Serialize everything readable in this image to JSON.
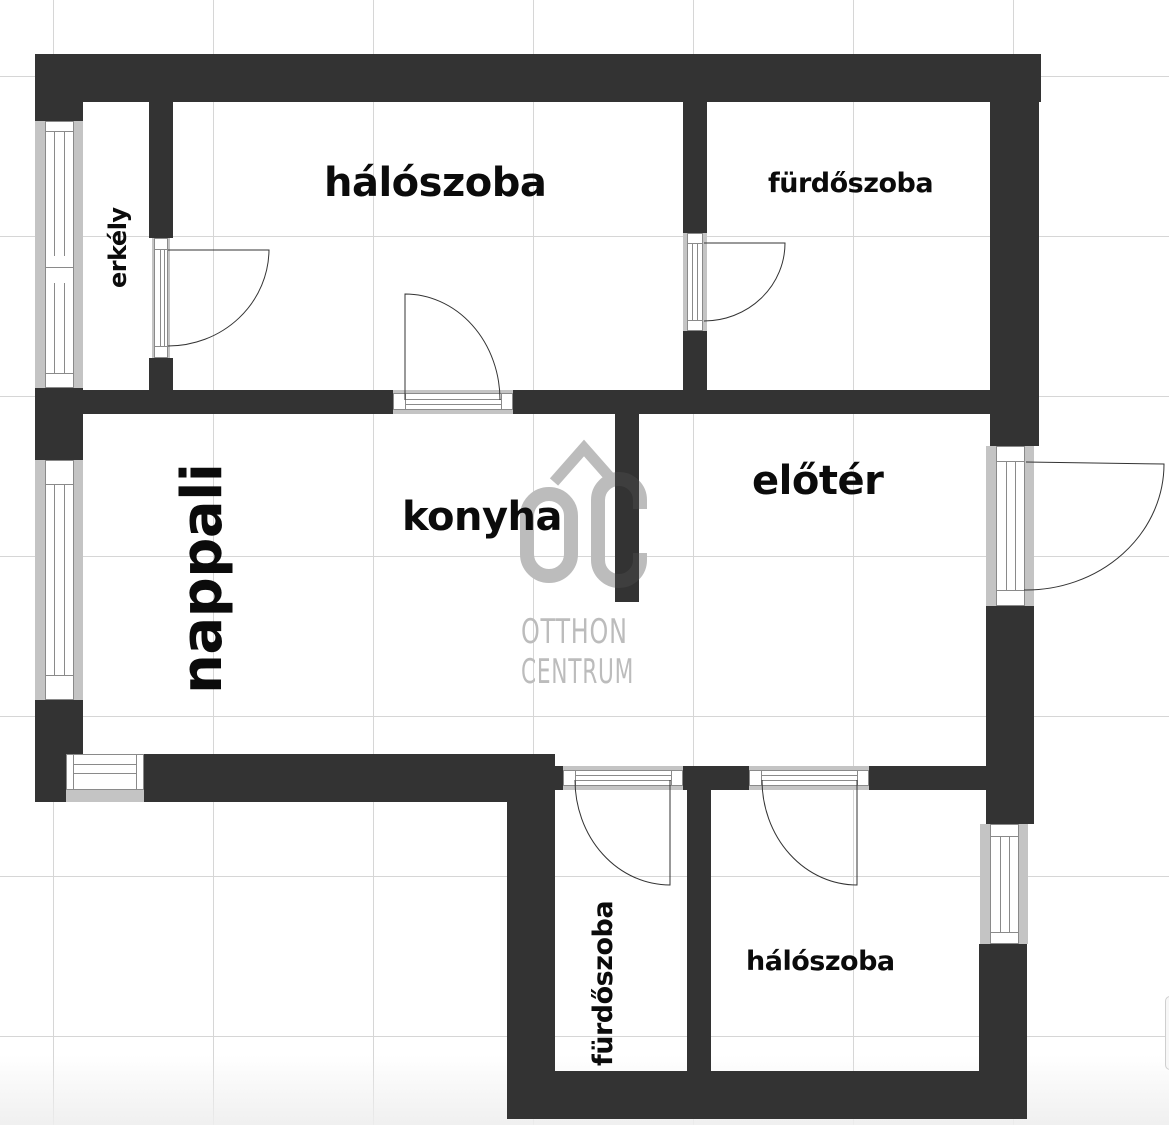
{
  "floor_plan": {
    "rooms": [
      {
        "id": "erkely",
        "label": "erkély",
        "orientation": "vertical"
      },
      {
        "id": "haloszoba_1",
        "label": "hálószoba",
        "orientation": "horizontal"
      },
      {
        "id": "furdoszoba_1",
        "label": "fürdőszoba",
        "orientation": "horizontal"
      },
      {
        "id": "nappali",
        "label": "nappali",
        "orientation": "vertical"
      },
      {
        "id": "konyha",
        "label": "konyha",
        "orientation": "horizontal"
      },
      {
        "id": "eloter",
        "label": "előtér",
        "orientation": "horizontal"
      },
      {
        "id": "furdoszoba_2",
        "label": "fürdőszoba",
        "orientation": "vertical"
      },
      {
        "id": "haloszoba_2",
        "label": "hálószoba",
        "orientation": "horizontal"
      }
    ],
    "watermark": {
      "monogram": "OC",
      "line1": "OTTHON",
      "line2": "CENTRUM",
      "color": "#bcbcbc"
    },
    "colors": {
      "wall": "#333333",
      "window_frame": "#c4c4c4",
      "grid": "#d6d6d6",
      "background": "#ffffff"
    }
  }
}
